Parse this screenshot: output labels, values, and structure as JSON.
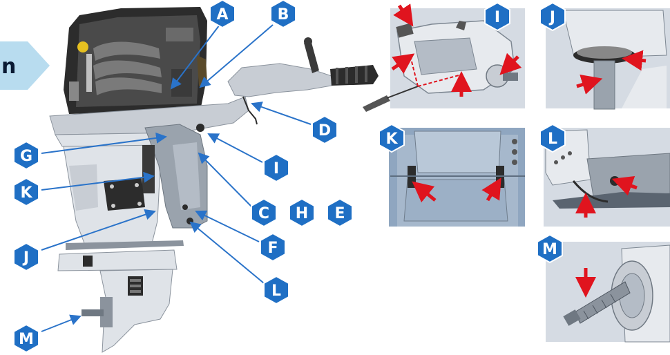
{
  "colors": {
    "callout_blue": "#1f6fc4",
    "callout_dark": "#0e4a8f",
    "inset_bg": "#d5dbe3",
    "inset_blue": "#8fa6c0",
    "arrow_red": "#e0141e",
    "leader_blue": "#2a73c9",
    "engine_light": "#dfe3e8",
    "engine_mid": "#b4bcc6",
    "engine_dark": "#2c2c2c",
    "banner": "#b8dcef"
  },
  "banner": {
    "text": "n"
  },
  "callouts": {
    "A": "A",
    "B": "B",
    "C": "C",
    "D": "D",
    "E": "E",
    "F": "F",
    "G": "G",
    "H": "H",
    "I": "I",
    "J": "J",
    "K": "K",
    "L": "L",
    "M": "M"
  },
  "insets": [
    {
      "id": "inset-I",
      "label": "I"
    },
    {
      "id": "inset-J",
      "label": "J"
    },
    {
      "id": "inset-K",
      "label": "K"
    },
    {
      "id": "inset-L",
      "label": "L"
    },
    {
      "id": "inset-M",
      "label": "M"
    }
  ]
}
